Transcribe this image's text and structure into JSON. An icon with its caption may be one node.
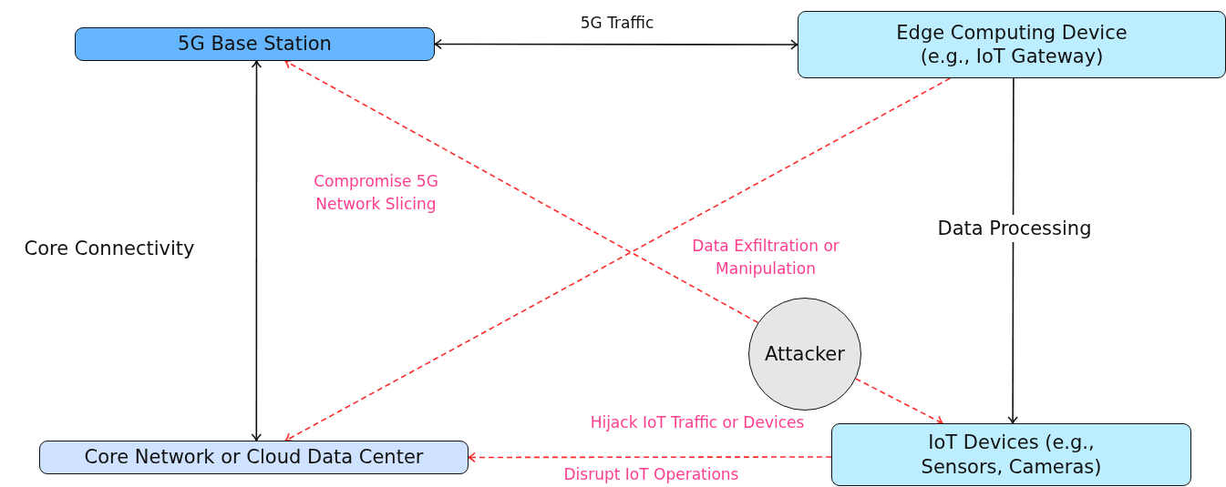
{
  "diagram": {
    "nodes": [
      {
        "text": [
          "5G Base Station"
        ]
      },
      {
        "text": [
          "Edge Computing Device (e.g., IoT Gateway)"
        ]
      },
      {
        "text": [
          "Attacker"
        ]
      },
      {
        "text": [
          "Core Network or Cloud Data Center"
        ]
      },
      {
        "text": [
          "IoT Devices (e.g., Sensors, Cameras)"
        ]
      }
    ],
    "edges": [
      {
        "from": 0,
        "to": 1,
        "arrow": "both",
        "label": "5G Traffic",
        "color": "#111111"
      },
      {
        "from": 0,
        "to": 3,
        "arrow": "both",
        "label": "Core Connectivity",
        "color": "#111111"
      },
      {
        "from": 1,
        "to": 4,
        "arrow": "to",
        "label": "Data Processing",
        "color": "#111111"
      },
      {
        "from": 2,
        "to": 0,
        "arrow": "to",
        "label": "Compromise 5G Network Slicing",
        "style": "dashed"
      },
      {
        "from": 1,
        "to": 3,
        "arrow": "to",
        "label": "Data Exfiltration or Manipulation",
        "style": "dashed"
      },
      {
        "from": 2,
        "to": 4,
        "arrow": "to",
        "label": "Hijack IoT Traffic or Devices",
        "style": "dashed"
      },
      {
        "from": 4,
        "to": 3,
        "arrow": "to",
        "label": "Disrupt IoT Operations",
        "style": "dashed"
      }
    ]
  }
}
